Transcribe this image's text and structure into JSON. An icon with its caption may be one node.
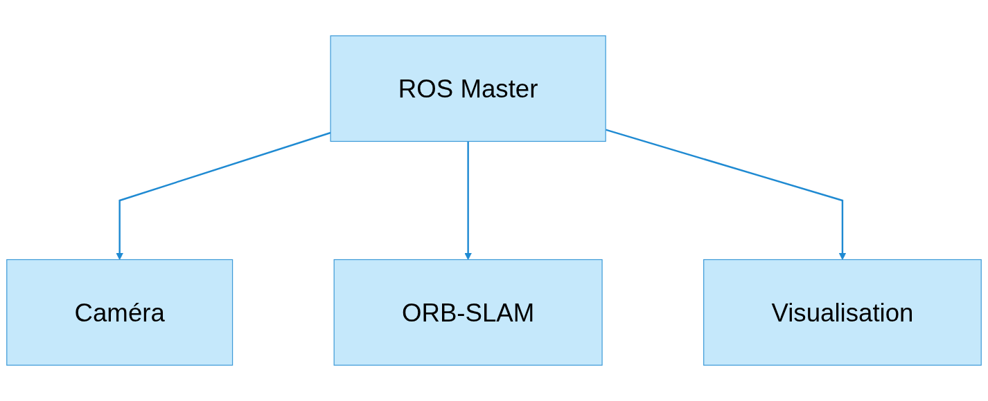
{
  "diagram": {
    "nodes": [
      {
        "text": [
          "ROS Master"
        ]
      },
      {
        "text": [
          "Caméra"
        ]
      },
      {
        "text": [
          "ORB-SLAM"
        ]
      },
      {
        "text": [
          "Visualisation"
        ]
      }
    ],
    "edges": [
      {
        "from": 0,
        "to": 1,
        "arrow": "to"
      },
      {
        "from": 0,
        "to": 2,
        "arrow": "to"
      },
      {
        "from": 0,
        "to": 3,
        "arrow": "to"
      }
    ]
  }
}
